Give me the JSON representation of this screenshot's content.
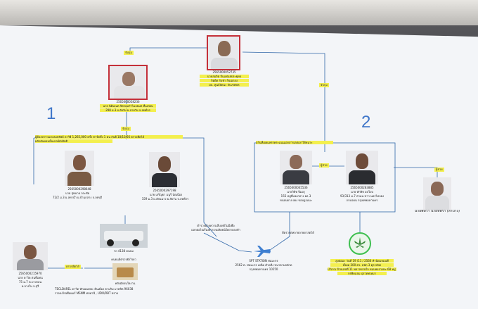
{
  "group_numbers": [
    "1",
    "2"
  ],
  "connector_tags": {
    "top_left": "จับกุม",
    "top_right": "จับกุม",
    "mid_left": "จับกุม",
    "right_small": "ผู้ช่วย",
    "right_link": "ผู้ช่วย",
    "bottom_left": "ตรวจยึดได้"
  },
  "people": {
    "top": {
      "code": "2565000052735",
      "lines": [
        "นายสมจิต จิ่นแช่แย่ประยุทธ",
        "กิตติด รับทำ กิจเอกลง",
        "ผบ. ศูนย์ลัดนะ จับเชพทค"
      ]
    },
    "second": {
      "code": "2565000058236",
      "lines": [
        "นาย นิดิมเนต จิตรอมกำไมอยมต ที่แลทณ",
        "298 ผ.3 ผ.ลัยรัม ผ.ลายวัน จ.ลทต์กร"
      ]
    },
    "g1_left": {
      "code": "2565000298648",
      "lines": [
        "นาย สุพนาย กระชัย",
        "72/2 ม.3 ผ.ลทาน้ำ ผ.บ้านกลาง จ.ลทบุรี"
      ]
    },
    "g1_right": {
      "code": "2565000297198",
      "lines": [
        "นาย เจริญยา มนูรี นัดเนือง",
        "159 ม.3 ผ.ลัยนนาง ผ.ลัยวัน จ.ลทต์กร"
      ]
    },
    "g1_bottom": {
      "code": "2565000215970",
      "lines": [
        "นาย ดาวิด ตนที่แทน",
        "75 ม.7 ต.บางกอน",
        "ผ.บางใน จ.สุรี"
      ]
    },
    "g2_left": {
      "code": "2565000045536",
      "lines": [
        "นายวิษิท ปีมงกุ",
        "155 หมู่ที่แจงกลาง ผล 3",
        "ขนอนยาง ผยง ขอนรูงมนะ"
      ]
    },
    "g2_mid": {
      "code": "2565000283885",
      "lines": [
        "นาย ทักษิท ผลใบบ",
        "93/313 ม.7 ตาแน ขาว นครไหลยง",
        "ถจนจอน กรุงเทพมหานคร"
      ]
    },
    "g2_right": {
      "name": "นายพิษวา นายทพรา (ลำปาง)"
    }
  },
  "blocks": {
    "g1_header": [
      "ผู้ต้องหาร่วมสะสมทรัพย์ ดาวิจี 1,265,000 ครั้ง ทาร์ตทั้ง 1 คน กันยี 18/10/66 ตรวจยึดได้",
      "ผลักดันผลมนั้นเกลย์มังอิทธิ"
    ],
    "g2_header": "สกันที่เผยแพรรคระแนนเอกสารเลสเลาให้หนาะ",
    "g1_car": "รถ 4138 คนบม",
    "g1_car_caption": "คนยนต์ตรวจยังไรยว",
    "g1_mid_note": [
      "ตำรวจฝ่ายความสืบเหย้ไม่มีเพื่อ",
      "ผลกต่อไปเรื่องลำรวจผลิตยนิใพถ่ายลงทำ"
    ],
    "g1_item": "คลังมัยจนใดงาน",
    "g1_bottom_lines": [
      "TECLDAREL ดาวิด ทักผอมพยะ ดินเมือง ตามริม มาทลิต 96038",
      "รวจลงไปเพื่อแมร์ MSNM ทลทานี , UDO/RBT ทราบ"
    ],
    "g2_center": "ดีตรวจตหลายลายดาสดได้",
    "g2_plane": "SPT STATION ท่อมะกร",
    "g2_plane_lines": [
      "2562 ต. ท่อมะกร เหนือ ตำคลีง ขนาตามจลักด",
      "กรุงทพมหานคร 10250"
    ],
    "g2_evidence": [
      "สูงต่อมะ วันที่ 19 /11 / 2566 ทำนิยมหมนที",
      "ทั้งผด 300 ตร. หนัก 3 ตุลาลัยด",
      "บริเวณ ป้ายเลขที่ 11 พลาลขายใจ หมบพงลวงทะ 68 หมู่ 59",
      "กรพิดแจม ภูรวดทเหมา"
    ]
  }
}
